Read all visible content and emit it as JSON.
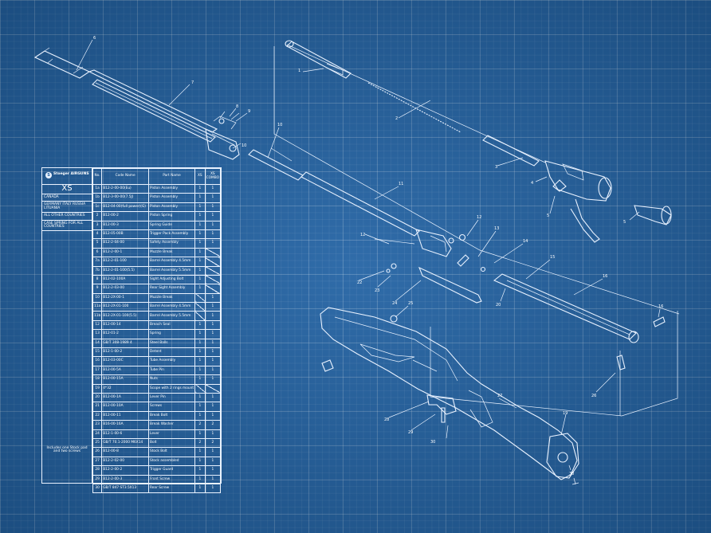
{
  "callouts": [
    "1",
    "2",
    "3",
    "4",
    "5",
    "6",
    "7",
    "8",
    "9",
    "10",
    "11",
    "12",
    "13",
    "14",
    "15",
    "16",
    "17",
    "18",
    "19",
    "20",
    "21",
    "22",
    "23",
    "24",
    "25",
    "26",
    "27",
    "28",
    "29",
    "30"
  ],
  "table": {
    "brand": "Stoeger AIRGUNS",
    "model": "XS",
    "regions": [
      "CANADA",
      "GERMANY ITALY RUSSIA LITUANIA",
      "ALL OTHER COUNTRIES",
      "CASE SPRING FOR ALL COUNTRIES"
    ],
    "note": "Includes one Stock pad and two screws",
    "headers": [
      "No.",
      "Code Name",
      "Part Name",
      "XS",
      "XS COMBO"
    ],
    "rows": [
      [
        "1a",
        "B12-2-00-00(Eu)",
        "Piston Assembly",
        "1",
        "1"
      ],
      [
        "1b",
        "B12-3-00-00(7.5J)",
        "Piston Assembly",
        "1",
        "1"
      ],
      [
        "1c",
        "B12-04-00(full power)(G)",
        "Piston Assembly",
        "1",
        "1"
      ],
      [
        "2",
        "B12-00-2",
        "Piston Spring",
        "1",
        "1"
      ],
      [
        "3",
        "B12-00-3",
        "Spring Guide",
        "1",
        "1"
      ],
      [
        "4",
        "B12-05-00B",
        "Trigger Pack Assembly",
        "1",
        "1"
      ],
      [
        "5",
        "B12-2-04-00",
        "Safety Assembly",
        "1",
        "1"
      ],
      [
        "6",
        "B12-2-00-1",
        "Muzzle Break",
        "1",
        ""
      ],
      [
        "7a",
        "B12-2-01-100",
        "Barrel Assembly 4.5mm",
        "1",
        ""
      ],
      [
        "7b",
        "B12-2-01-100(5.5)",
        "Barrel Assembly 5.5mm",
        "1",
        ""
      ],
      [
        "8",
        "B12-02-100A",
        "Sight Adjusting Bolt",
        "1",
        ""
      ],
      [
        "9",
        "B12-2-03-00",
        "Rear Sight Assembly",
        "1",
        ""
      ],
      [
        "10",
        "B12-2X-00-1",
        "Muzzle Break",
        "",
        "1"
      ],
      [
        "11a",
        "B12-2X-01-100",
        "Barrel Assembly 4.5mm",
        "",
        "1"
      ],
      [
        "11b",
        "B12-2X-01-100(5.5)",
        "Barrel Assembly 5.5mm",
        "",
        "1"
      ],
      [
        "12",
        "B12-00-14",
        "Breach Seal",
        "1",
        "1"
      ],
      [
        "13",
        "B12-01-2",
        "Spring",
        "1",
        "1"
      ],
      [
        "14",
        "GB/T 308-1989  4",
        "Steel Balls",
        "1",
        "1"
      ],
      [
        "15",
        "B12-1-00-2",
        "Detent",
        "1",
        "1"
      ],
      [
        "16",
        "B12-03-00C",
        "Tube Assembly",
        "1",
        "1"
      ],
      [
        "17",
        "B12-00-5A",
        "Tube Pin",
        "1",
        "1"
      ],
      [
        "18",
        "B12-00-15A",
        "Nuts",
        "1",
        "1"
      ],
      [
        "19",
        "4*32",
        "Scope with 2 rings mount",
        "",
        ""
      ],
      [
        "20",
        "B12-00-1A",
        "Lever Pin",
        "1",
        "1"
      ],
      [
        "21",
        "B12-00-10A",
        "Screws",
        "1",
        "1"
      ],
      [
        "22",
        "B12-00-11",
        "Break Bolt",
        "1",
        "1"
      ],
      [
        "23",
        "B16-00-16A",
        "Break Washer",
        "2",
        "2"
      ],
      [
        "24",
        "B12-1-00-6",
        "Lever",
        "1",
        "1"
      ],
      [
        "25",
        "GB/T 70.1-2000    M6X14",
        "Bolt",
        "2",
        "2"
      ],
      [
        "26",
        "B12-00-8",
        "Stock  Bolt",
        "1",
        "1"
      ],
      [
        "27",
        "B12-2-02-00",
        "Stock assembled",
        "1",
        "1"
      ],
      [
        "28",
        "B12-2-00-2",
        "Trigger Guard",
        "1",
        "1"
      ],
      [
        "29",
        "B12-2-00-3",
        "Front Screw",
        "1",
        "1"
      ],
      [
        "30",
        "GB/T 847    ST3.5X13",
        "Rear Screw",
        "1",
        "1"
      ]
    ]
  }
}
